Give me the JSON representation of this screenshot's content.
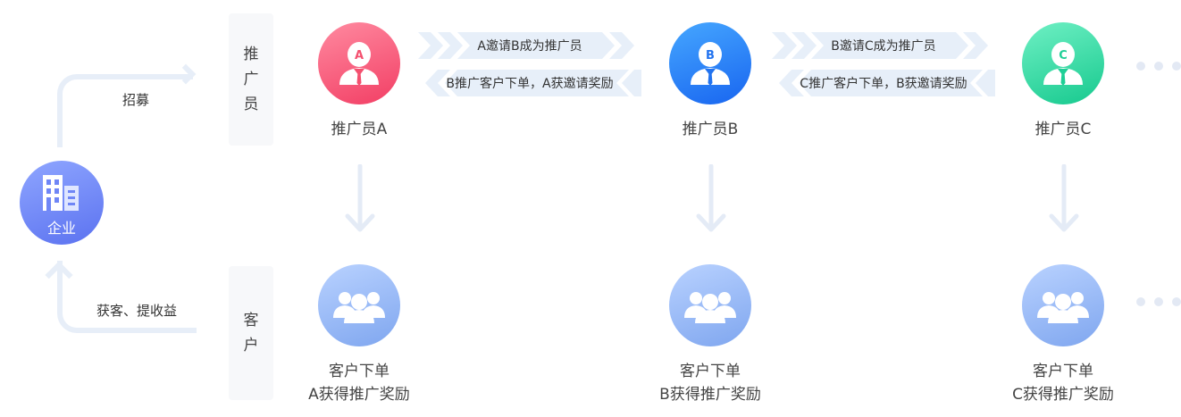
{
  "company": {
    "label": "企业",
    "color": "#6f86f6"
  },
  "flow": {
    "recruit_label": "招募",
    "return_label": "获客、提收益"
  },
  "side_cards": {
    "promoter": [
      "推",
      "广",
      "员"
    ],
    "customer": [
      "客",
      "户"
    ]
  },
  "promoters": [
    {
      "letter": "A",
      "caption": "推广员A",
      "color": "#f6466b"
    },
    {
      "letter": "B",
      "caption": "推广员B",
      "color": "#1f72f2"
    },
    {
      "letter": "C",
      "caption": "推广员C",
      "color": "#1fcf96"
    }
  ],
  "links": [
    {
      "invite": "A邀请B成为推广员",
      "reward": "B推广客户下单，A获邀请奖励"
    },
    {
      "invite": "B邀请C成为推广员",
      "reward": "C推广客户下单，B获邀请奖励"
    }
  ],
  "customers": [
    {
      "line1": "客户下单",
      "line2": "A获得推广奖励"
    },
    {
      "line1": "客户下单",
      "line2": "B获得推广奖励"
    },
    {
      "line1": "客户下单",
      "line2": "C获得推广奖励"
    }
  ],
  "icons": {
    "company": "building-icon",
    "promoter": "business-person-icon",
    "customer": "user-group-icon",
    "more": "ellipsis-icon"
  }
}
